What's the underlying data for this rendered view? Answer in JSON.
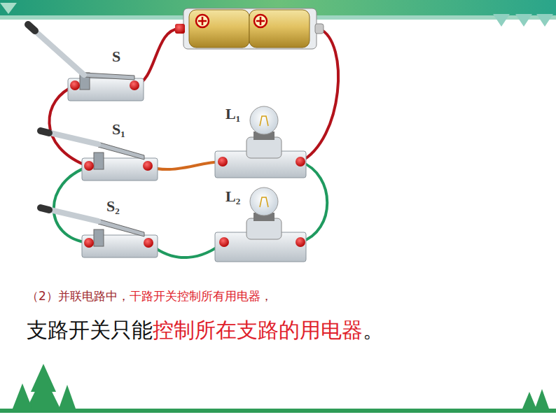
{
  "diagram": {
    "labels": [
      "S",
      "S₁",
      "S₂",
      "L₁",
      "L₂",
      "（2）并联电路中，",
      "干路开关控制所有用电器",
      "，",
      "支路开关只能",
      "控制所在支路的用电器",
      "。"
    ]
  }
}
